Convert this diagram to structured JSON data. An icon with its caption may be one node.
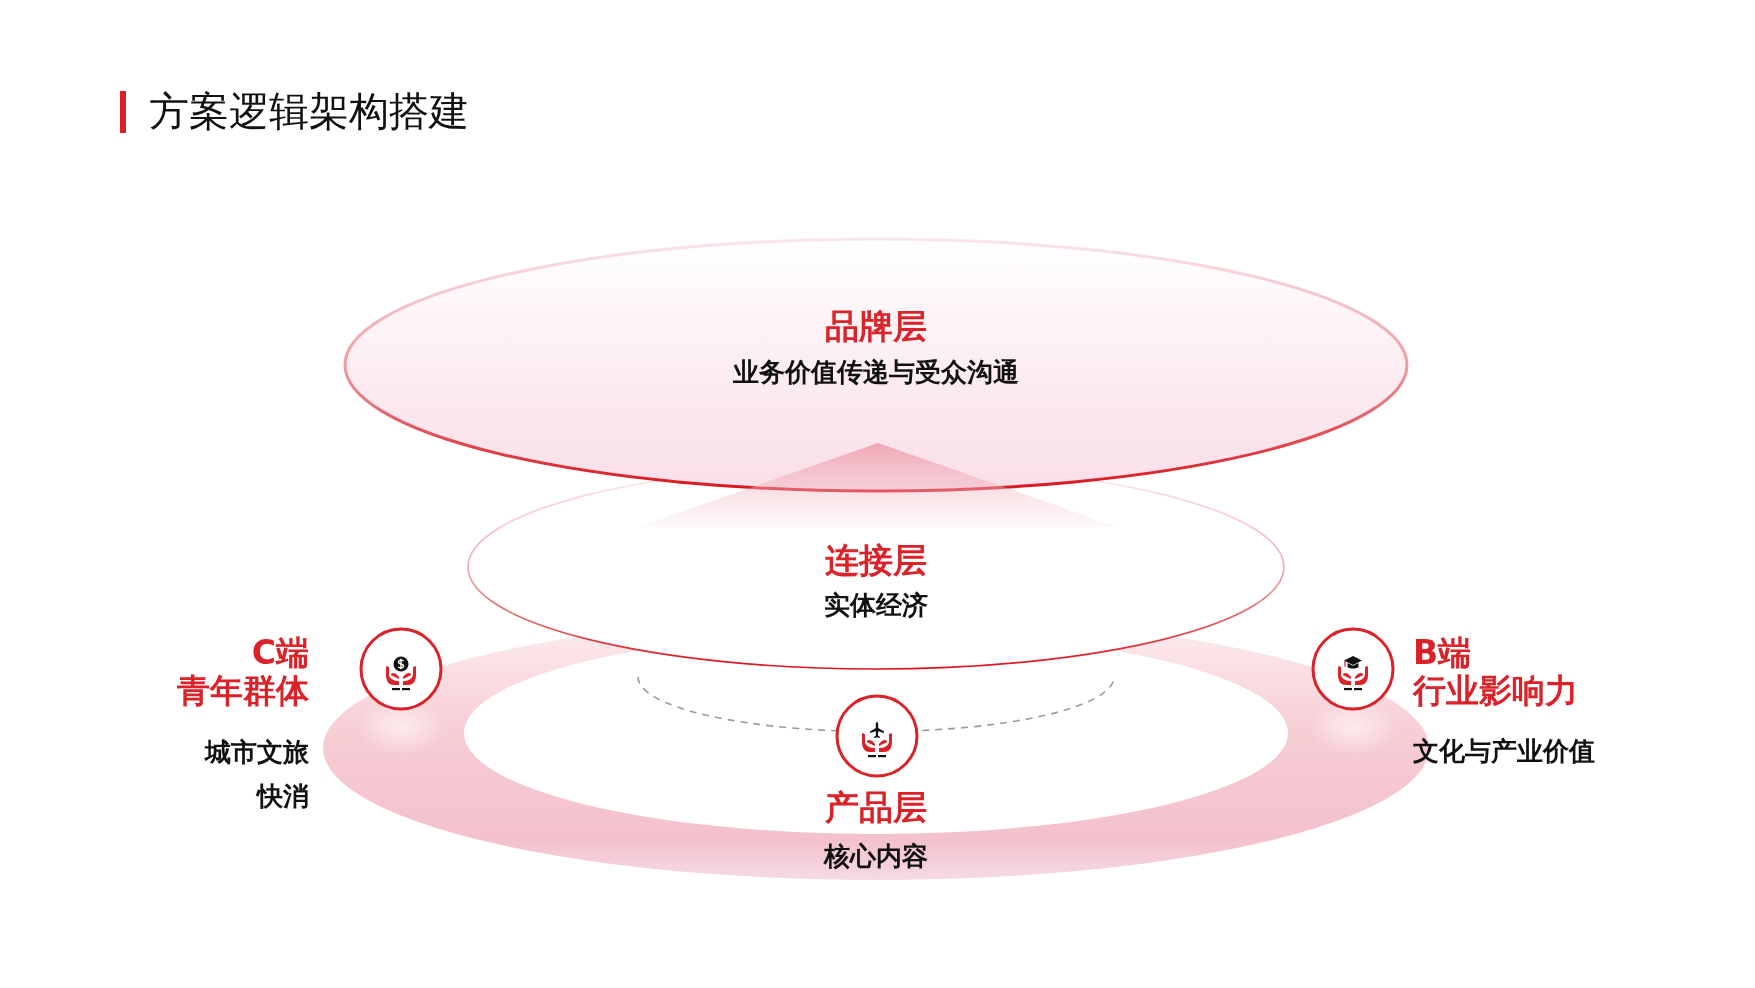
{
  "diagram": {
    "title": "方案逻辑架构搭建",
    "nodes": [
      {
        "text": [
          "品牌层",
          "业务价值传递与受众沟通"
        ]
      },
      {
        "text": [],
        "shape": "triangle"
      },
      {
        "text": [
          "连接层",
          "实体经济"
        ]
      },
      {
        "text": [
          "产品层",
          "核心内容"
        ]
      }
    ],
    "labels": [
      "C端",
      "青年群体",
      "城市文旅",
      "快消",
      "B端",
      "行业影响力",
      "文化与产业价值"
    ]
  }
}
